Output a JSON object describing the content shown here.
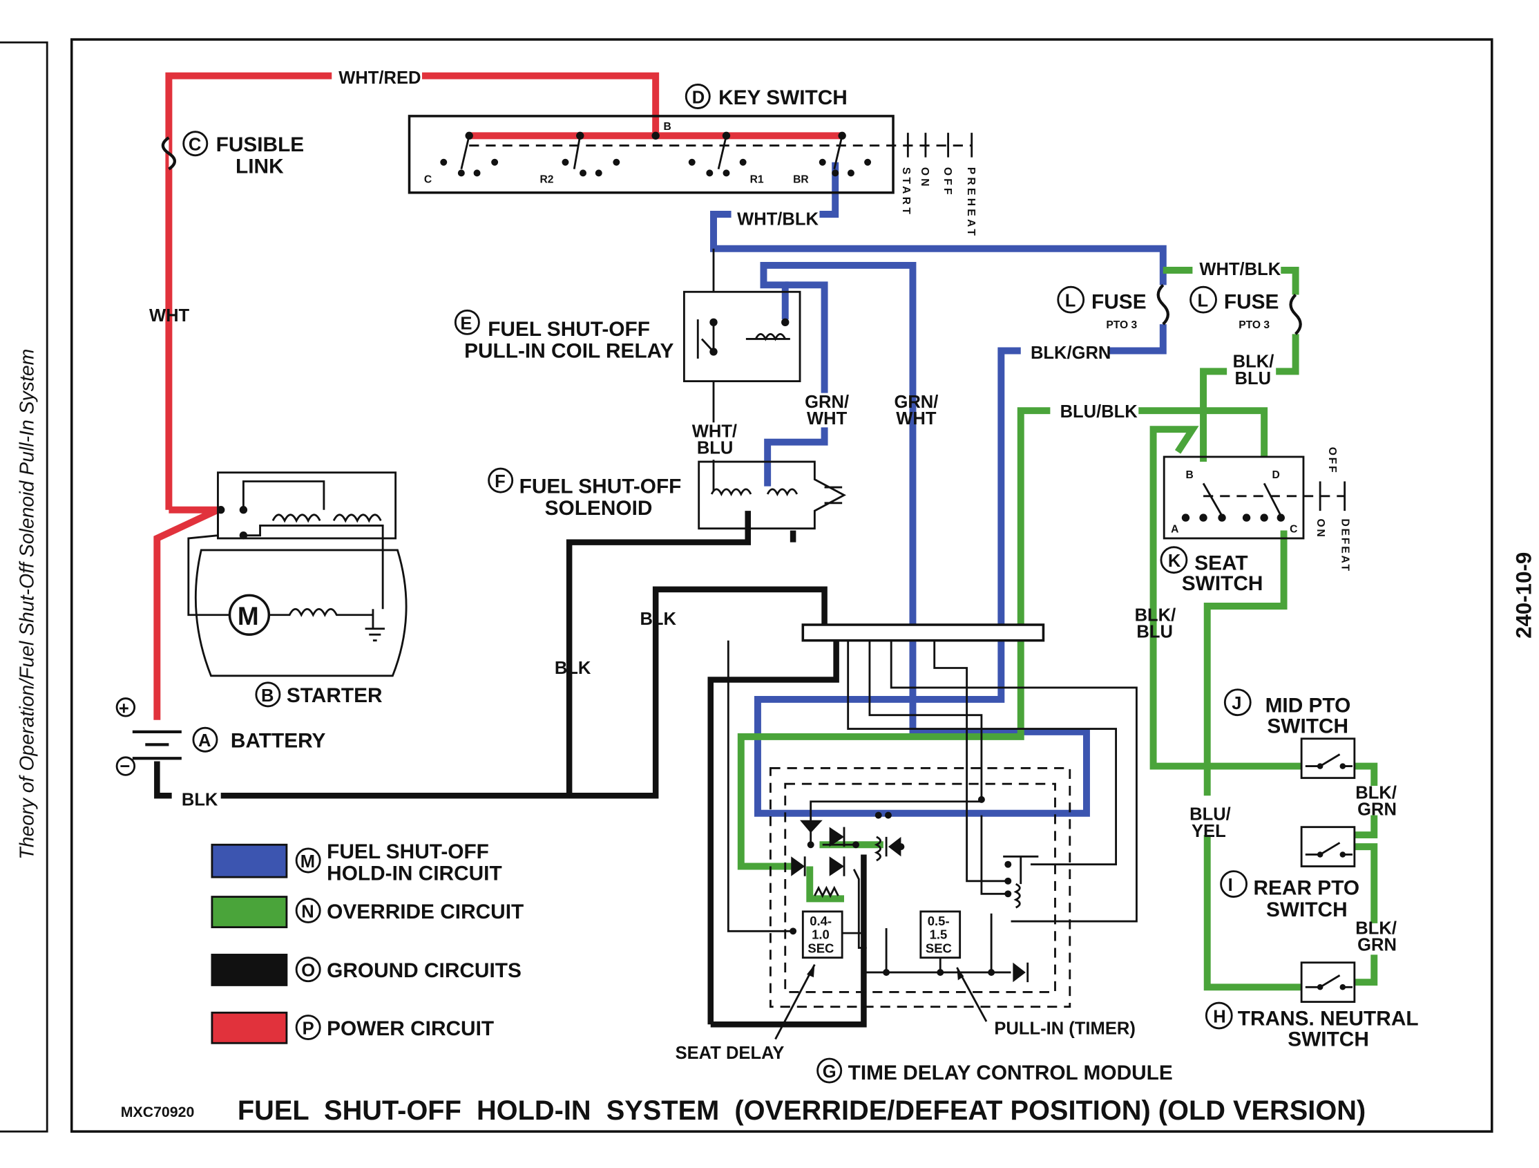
{
  "title": "FUEL  SHUT-OFF  HOLD-IN  SYSTEM  (OVERRIDE/DEFEAT POSITION) (OLD VERSION)",
  "figure_id": "MXC70920",
  "side_title": "Theory of Operation/Fuel Shut-Off Solenoid Pull-In System",
  "page_number": "240-10-9",
  "colors": {
    "blue": "#3c55b0",
    "green": "#4aa43a",
    "black": "#111111",
    "red": "#e1323c"
  },
  "components": {
    "A": {
      "letter": "A",
      "label": "BATTERY"
    },
    "B": {
      "letter": "B",
      "label": "STARTER"
    },
    "C": {
      "letter": "C",
      "line1": "FUSIBLE",
      "line2": "LINK"
    },
    "D": {
      "letter": "D",
      "label": "KEY SWITCH"
    },
    "E": {
      "letter": "E",
      "line1": "FUEL SHUT-OFF",
      "line2": "PULL-IN COIL RELAY"
    },
    "F": {
      "letter": "F",
      "line1": "FUEL SHUT-OFF",
      "line2": "SOLENOID"
    },
    "G": {
      "letter": "G",
      "label": "TIME DELAY CONTROL MODULE"
    },
    "H": {
      "letter": "H",
      "line1": "TRANS. NEUTRAL",
      "line2": "SWITCH"
    },
    "I": {
      "letter": "I",
      "line1": "REAR PTO",
      "line2": "SWITCH"
    },
    "J": {
      "letter": "J",
      "line1": "MID PTO",
      "line2": "SWITCH"
    },
    "K": {
      "letter": "K",
      "line1": "SEAT",
      "line2": "SWITCH"
    },
    "L1": {
      "letter": "L",
      "label": "FUSE",
      "sub": "PTO 3"
    },
    "L2": {
      "letter": "L",
      "label": "FUSE",
      "sub": "PTO 3"
    },
    "M": {
      "letter": "M"
    }
  },
  "key_switch": {
    "terminals": [
      "C",
      "R2",
      "B",
      "R1",
      "BR"
    ],
    "positions": [
      "START",
      "ON",
      "OFF",
      "PREHEAT"
    ]
  },
  "seat_switch": {
    "terminals": [
      "B",
      "D",
      "A",
      "C"
    ],
    "positions": [
      "OFF",
      "ON",
      "DEFEAT"
    ]
  },
  "battery_terminals": {
    "pos": "+",
    "neg": "−"
  },
  "timers": {
    "seat": {
      "l1": "0.4-",
      "l2": "1.0",
      "l3": "SEC",
      "callout": "SEAT DELAY"
    },
    "pullin": {
      "l1": "0.5-",
      "l2": "1.5",
      "l3": "SEC",
      "callout": "PULL-IN (TIMER)"
    }
  },
  "wire_labels": {
    "wht_red": "WHT/RED",
    "wht": "WHT",
    "wht_blk_1": "WHT/BLK",
    "wht_blk_2": "WHT/BLK",
    "blk_grn_top": "BLK/GRN",
    "blu_blk": "BLU/BLK",
    "blk_blu_1a": "BLK/",
    "blk_blu_1b": "BLU",
    "grn_wht_1a": "GRN/",
    "grn_wht_1b": "WHT",
    "grn_wht_2a": "GRN/",
    "grn_wht_2b": "WHT",
    "wht_blu_a": "WHT/",
    "wht_blu_b": "BLU",
    "blk_1": "BLK",
    "blk_2": "BLK",
    "blk_3": "BLK",
    "blk_blu_2a": "BLK/",
    "blk_blu_2b": "BLU",
    "blu_yel_a": "BLU/",
    "blu_yel_b": "YEL",
    "blk_grn_1a": "BLK/",
    "blk_grn_1b": "GRN",
    "blk_grn_2a": "BLK/",
    "blk_grn_2b": "GRN"
  },
  "legend": [
    {
      "letter": "M",
      "line1": "FUEL SHUT-OFF",
      "line2": "HOLD-IN CIRCUIT",
      "color": "#3c55b0"
    },
    {
      "letter": "N",
      "line1": "OVERRIDE CIRCUIT",
      "color": "#4aa43a"
    },
    {
      "letter": "O",
      "line1": "GROUND CIRCUITS",
      "color": "#111111"
    },
    {
      "letter": "P",
      "line1": "POWER CIRCUIT",
      "color": "#e1323c"
    }
  ]
}
